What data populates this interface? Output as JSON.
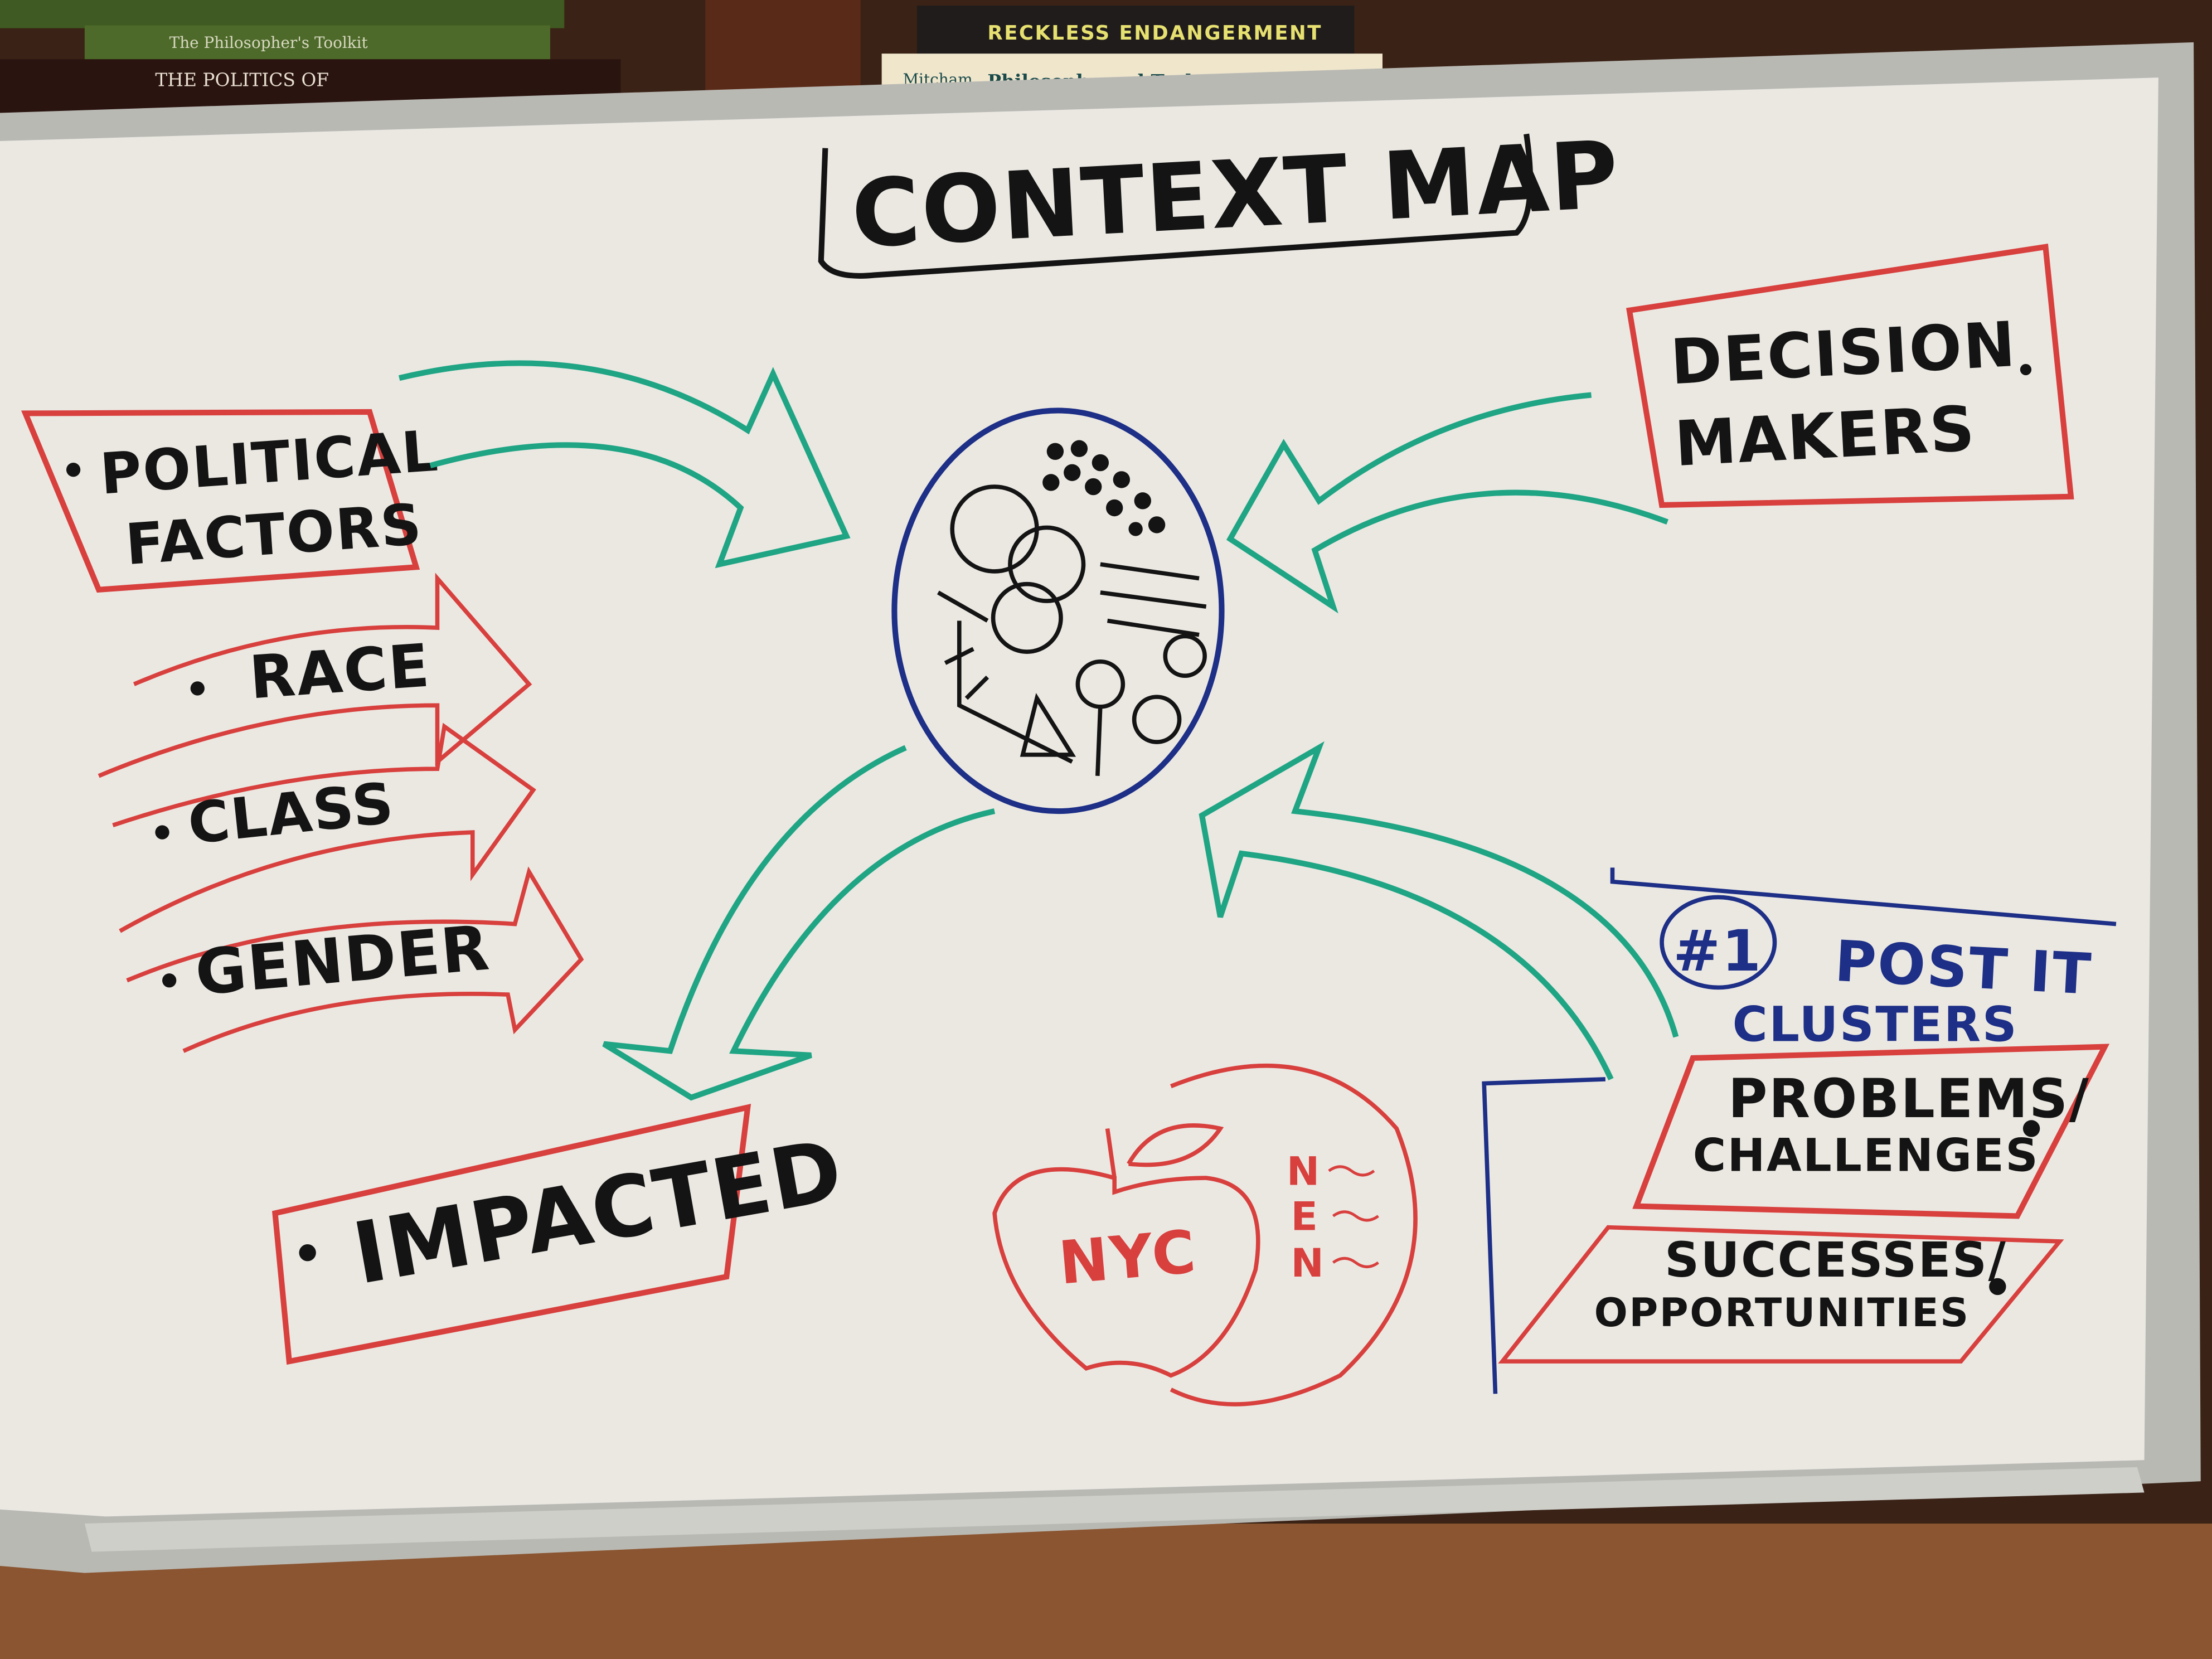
{
  "colors": {
    "board": "#ebe8e2",
    "frame": "#b9b9b4",
    "floor": "#8a5530",
    "shelf": "#4a2414",
    "marker_black": "#141414",
    "marker_red": "#d8403e",
    "marker_green": "#1fa584",
    "marker_blue": "#1d2f86"
  },
  "books": {
    "book1": "The Philosopher's Toolkit",
    "book2": "THE POLITICS OF",
    "book3": "RECKLESS ENDANGERMENT",
    "book4_author": "Mitcham",
    "book4_title": "Philosophy and Technology"
  },
  "whiteboard": {
    "title": "CONTEXT MAP",
    "political_factors": [
      "POLITICAL",
      "FACTORS"
    ],
    "race": "RACE",
    "class": "CLASS",
    "gender": "GENDER",
    "impacted": "IMPACTED",
    "decision_makers": [
      "DECISION",
      "MAKERS"
    ],
    "post_it_number": "#1",
    "post_it_clusters": [
      "POST IT",
      "CLUSTERS"
    ],
    "problems": [
      "PROBLEMS/",
      "CHALLENGES"
    ],
    "successes": [
      "SUCCESSES/",
      "OPPORTUNITIES"
    ],
    "nyc_logo": "NYC",
    "nyc_letters": [
      "N",
      "E",
      "N"
    ]
  }
}
